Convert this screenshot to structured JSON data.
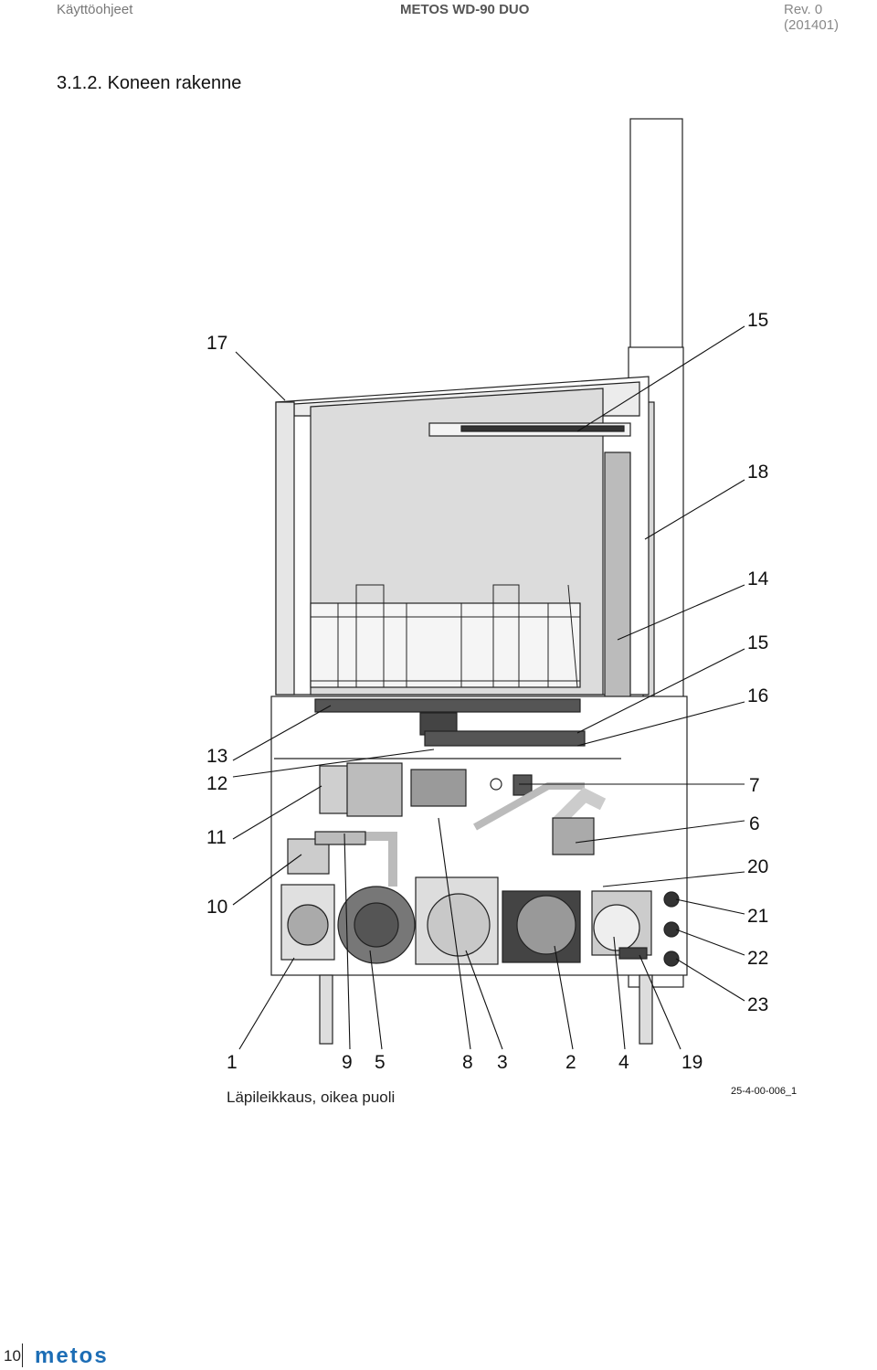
{
  "header": {
    "left": "Käyttöohjeet",
    "center": "METOS WD-90 DUO",
    "right": "Rev. 0 (201401)"
  },
  "section_title": "3.1.2.  Koneen rakenne",
  "callouts": {
    "c17": "17",
    "c15a": "15",
    "c18": "18",
    "c14": "14",
    "c15b": "15",
    "c16": "16",
    "c13": "13",
    "c12": "12",
    "c7": "7",
    "c11": "11",
    "c6": "6",
    "c20": "20",
    "c10": "10",
    "c21": "21",
    "c22": "22",
    "c23": "23",
    "c1": "1",
    "c9": "9",
    "c5": "5",
    "c8": "8",
    "c3": "3",
    "c2": "2",
    "c4": "4",
    "c19": "19"
  },
  "caption": "Läpileikkaus, oikea puoli",
  "drawing_code": "25-4-00-006_1",
  "footer": {
    "page_number": "10",
    "brand": "metos",
    "brand_color": "#1c6db5"
  }
}
